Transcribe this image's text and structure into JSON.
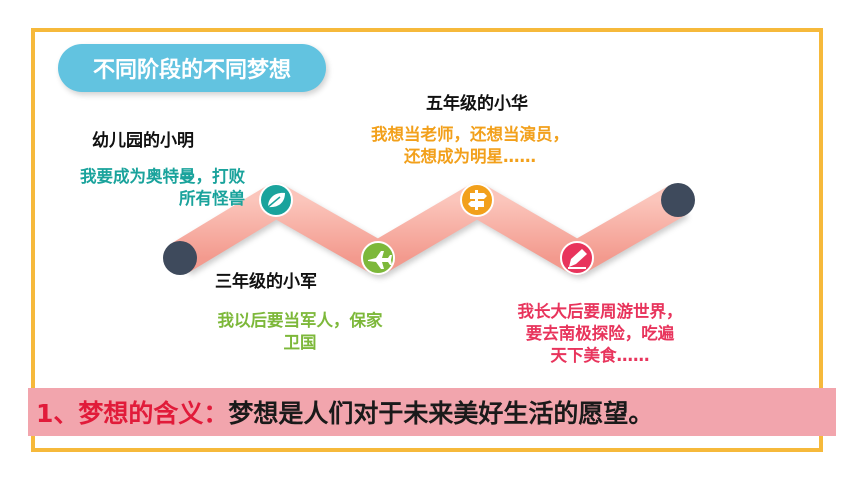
{
  "title": "不同阶段的不同梦想",
  "stages": {
    "kindergarten": {
      "heading": "幼儿园的小明",
      "desc_line1": "我要成为奥特曼，打败",
      "desc_line2": "所有怪兽",
      "icon": "leaf-icon",
      "color": "#1aa39c"
    },
    "grade3": {
      "heading": "三年级的小军",
      "desc_line1": "我以后要当军人，保家",
      "desc_line2": "卫国",
      "icon": "airplane-icon",
      "color": "#7db83a"
    },
    "grade5": {
      "heading": "五年级的小华",
      "desc_line1": "我想当老师，还想当演员，",
      "desc_line2": "还想成为明星……",
      "icon": "signpost-icon",
      "color": "#f2a01b"
    },
    "grownup": {
      "desc_line1": "我长大后要周游世界，",
      "desc_line2": "要去南极探险，吃遍",
      "desc_line3": "天下美食……",
      "icon": "pen-icon",
      "color": "#e8345c"
    }
  },
  "conclusion": {
    "label": "1、梦想的含义：",
    "text": "梦想是人们对于未来美好生活的愿望。"
  },
  "colors": {
    "frame": "#f6b93b",
    "title_pill": "#62c3e0",
    "band": "#f7a99e",
    "endpoint": "#3e4a5c",
    "bottom_bar": "#f2a5ad"
  }
}
